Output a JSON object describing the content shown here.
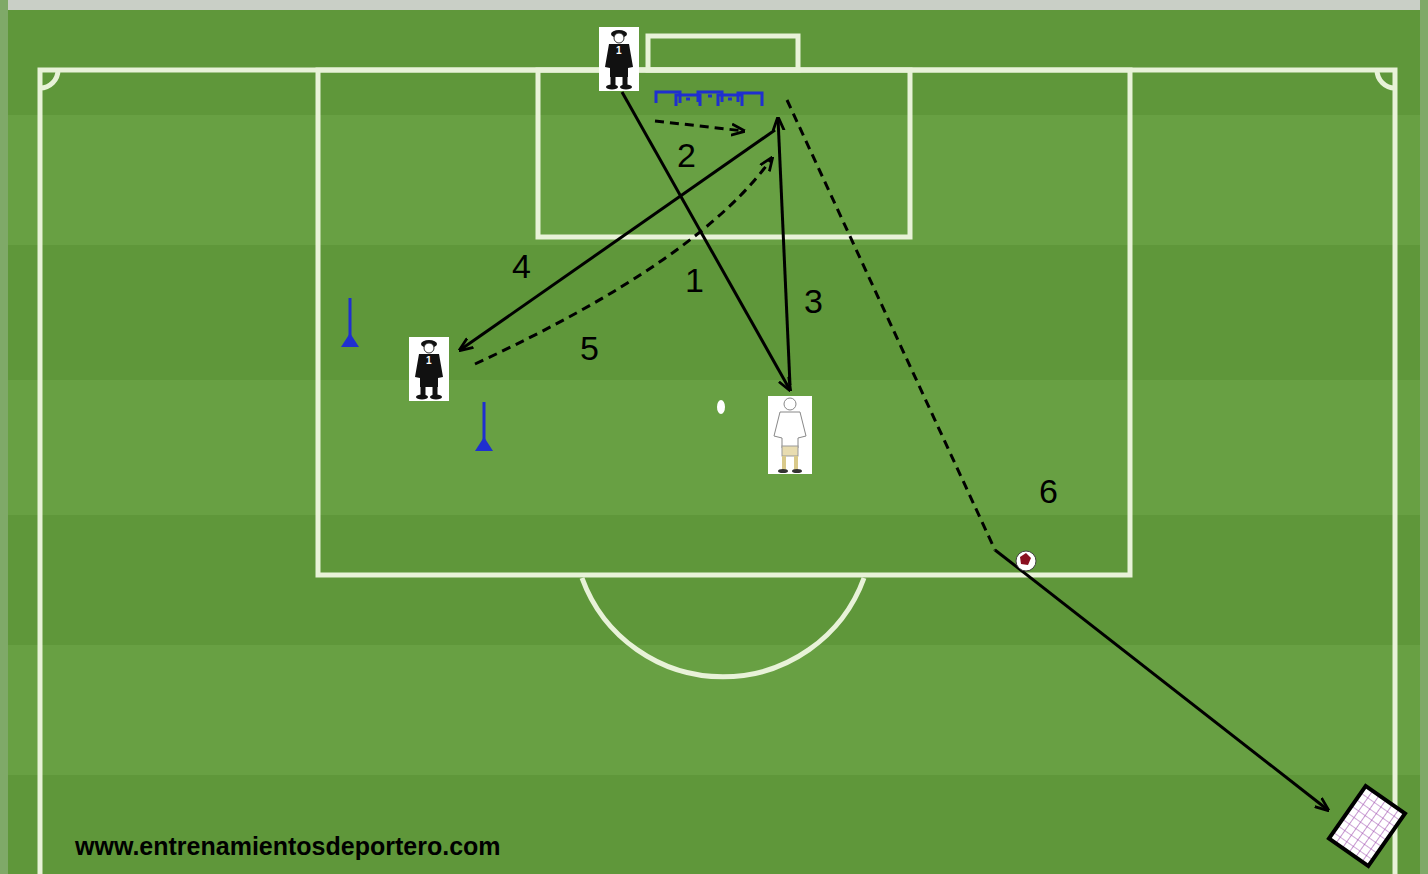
{
  "diagram": {
    "nodes": [
      {
        "text": [
          "1"
        ]
      },
      {
        "text": [
          "1"
        ]
      }
    ],
    "labels": [
      "2",
      "4",
      "1",
      "3",
      "5",
      "6",
      "www.entrenamientosdeportero.com"
    ]
  }
}
